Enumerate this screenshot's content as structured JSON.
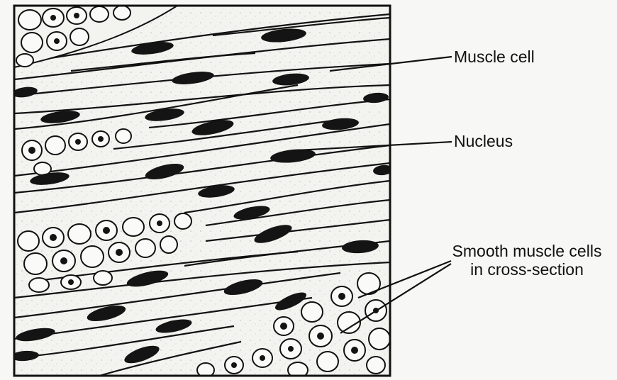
{
  "labels": {
    "muscle_cell": "Muscle cell",
    "nucleus": "Nucleus",
    "cross_section_line1": "Smooth muscle cells",
    "cross_section_line2": "in cross-section"
  },
  "colors": {
    "ink": "#111111",
    "paper": "#f7f7f5",
    "cell_fill": "#f3f3f0",
    "nucleus": "#141414"
  }
}
